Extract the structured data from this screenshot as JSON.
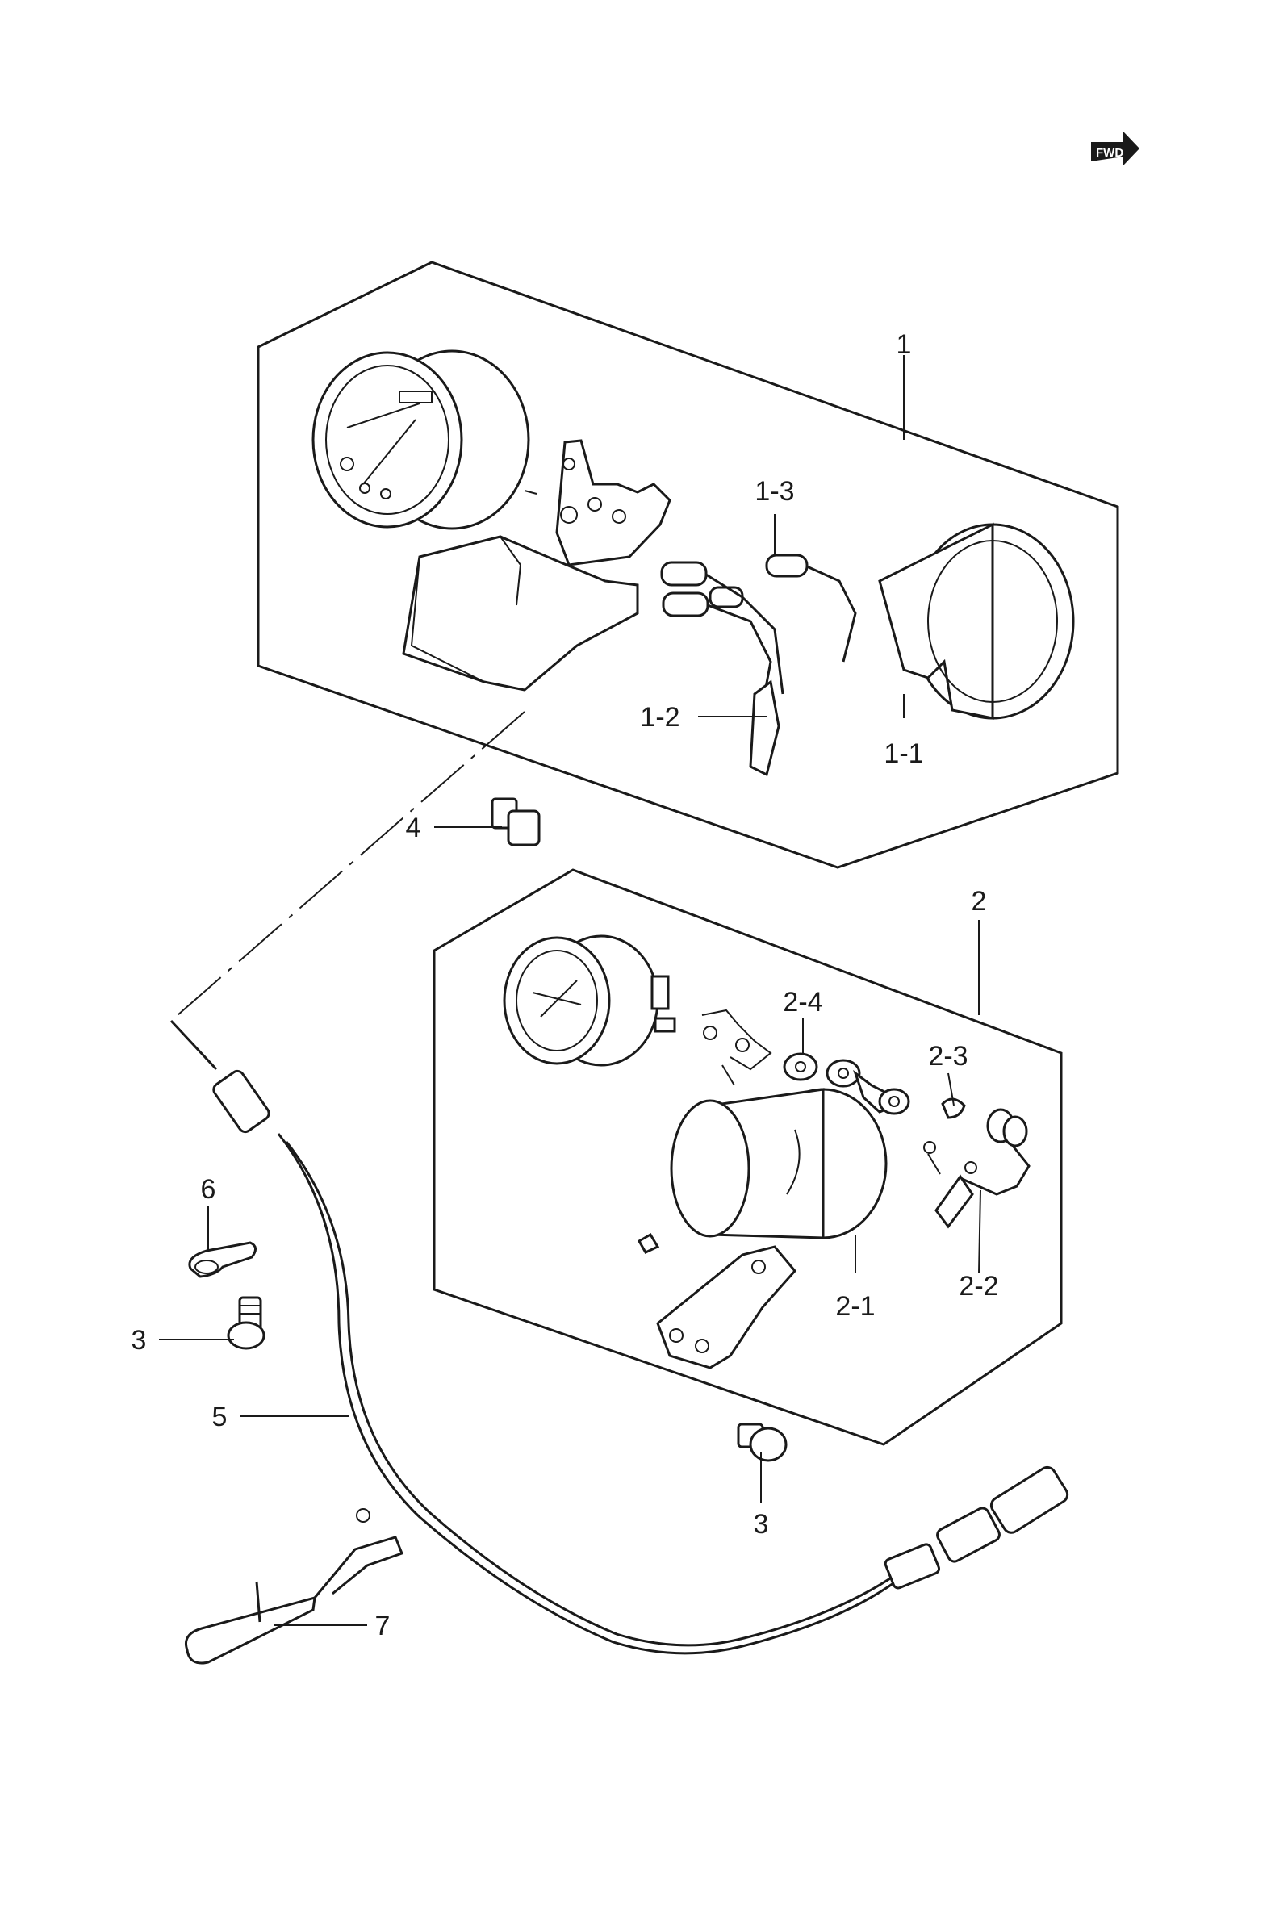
{
  "badge": {
    "fwd": "FWD"
  },
  "callouts": {
    "c1": "1",
    "c1_1": "1-1",
    "c1_2": "1-2",
    "c1_3": "1-3",
    "c2": "2",
    "c2_1": "2-1",
    "c2_2": "2-2",
    "c2_3": "2-3",
    "c2_4": "2-4",
    "c3_left": "3",
    "c3_bottom": "3",
    "c4": "4",
    "c5": "5",
    "c6": "6",
    "c7": "7"
  }
}
